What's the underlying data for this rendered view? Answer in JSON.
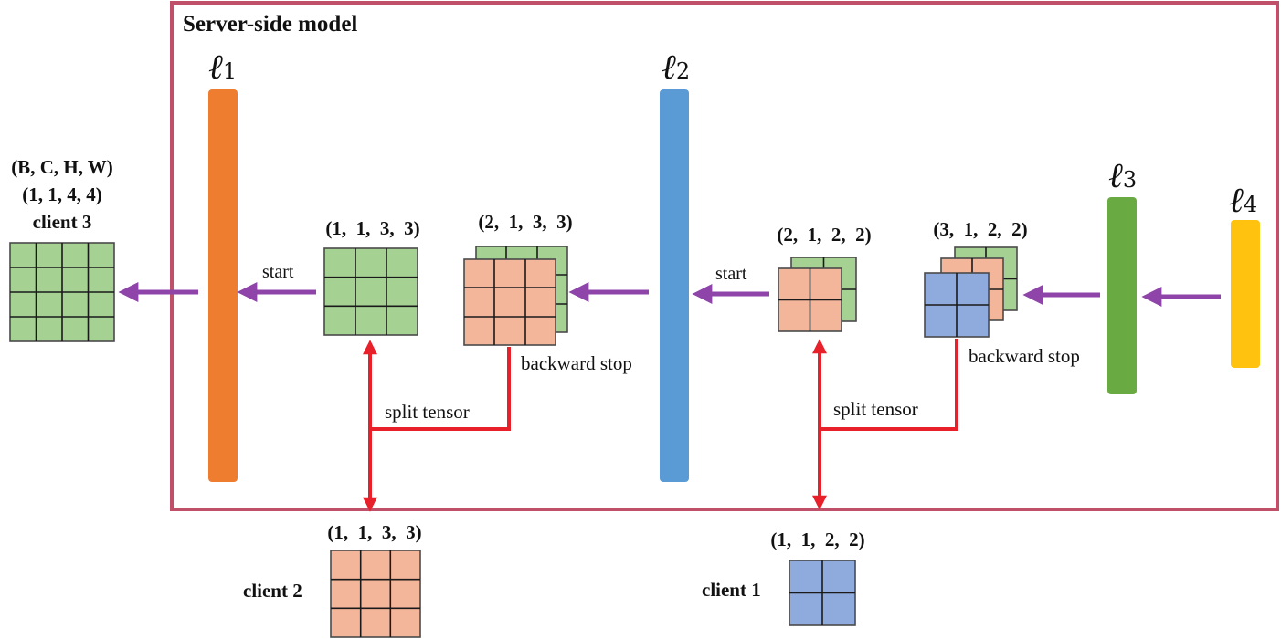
{
  "title": "Server-side model",
  "layers": [
    {
      "symbol": "ℓ",
      "index": "1",
      "color": "#EE7D30"
    },
    {
      "symbol": "ℓ",
      "index": "2",
      "color": "#5B9BD5"
    },
    {
      "symbol": "ℓ",
      "index": "3",
      "color": "#6AAA43"
    },
    {
      "symbol": "ℓ",
      "index": "4",
      "color": "#FFC20E"
    }
  ],
  "shape_header": "(B, C, H, W)",
  "client3": {
    "shape": "(1, 1, 4, 4)",
    "label": "client 3"
  },
  "tensor_a": {
    "shape": "(1,  1,  3,  3)"
  },
  "tensor_b": {
    "shape": "(2,  1,  3,  3)"
  },
  "tensor_c": {
    "shape": "(2,  1,  2,  2)"
  },
  "tensor_d": {
    "shape": "(3,  1,  2,  2)"
  },
  "client2": {
    "shape": "(1,  1,  3,  3)",
    "label": "client 2"
  },
  "client1": {
    "shape": "(1,  1,  2,  2)",
    "label": "client 1"
  },
  "labels": {
    "start_1": "start",
    "start_2": "start",
    "backward_stop_1": "backward stop",
    "backward_stop_2": "backward stop",
    "split_tensor_1": "split tensor",
    "split_tensor_2": "split tensor"
  },
  "colors": {
    "frame": "#C0506A",
    "tile_green": "#A5D193",
    "tile_salmon": "#F4B69B",
    "tile_blue": "#8FAADC",
    "arrow_purple": "#8E44A8",
    "arrow_red": "#E8202A"
  }
}
